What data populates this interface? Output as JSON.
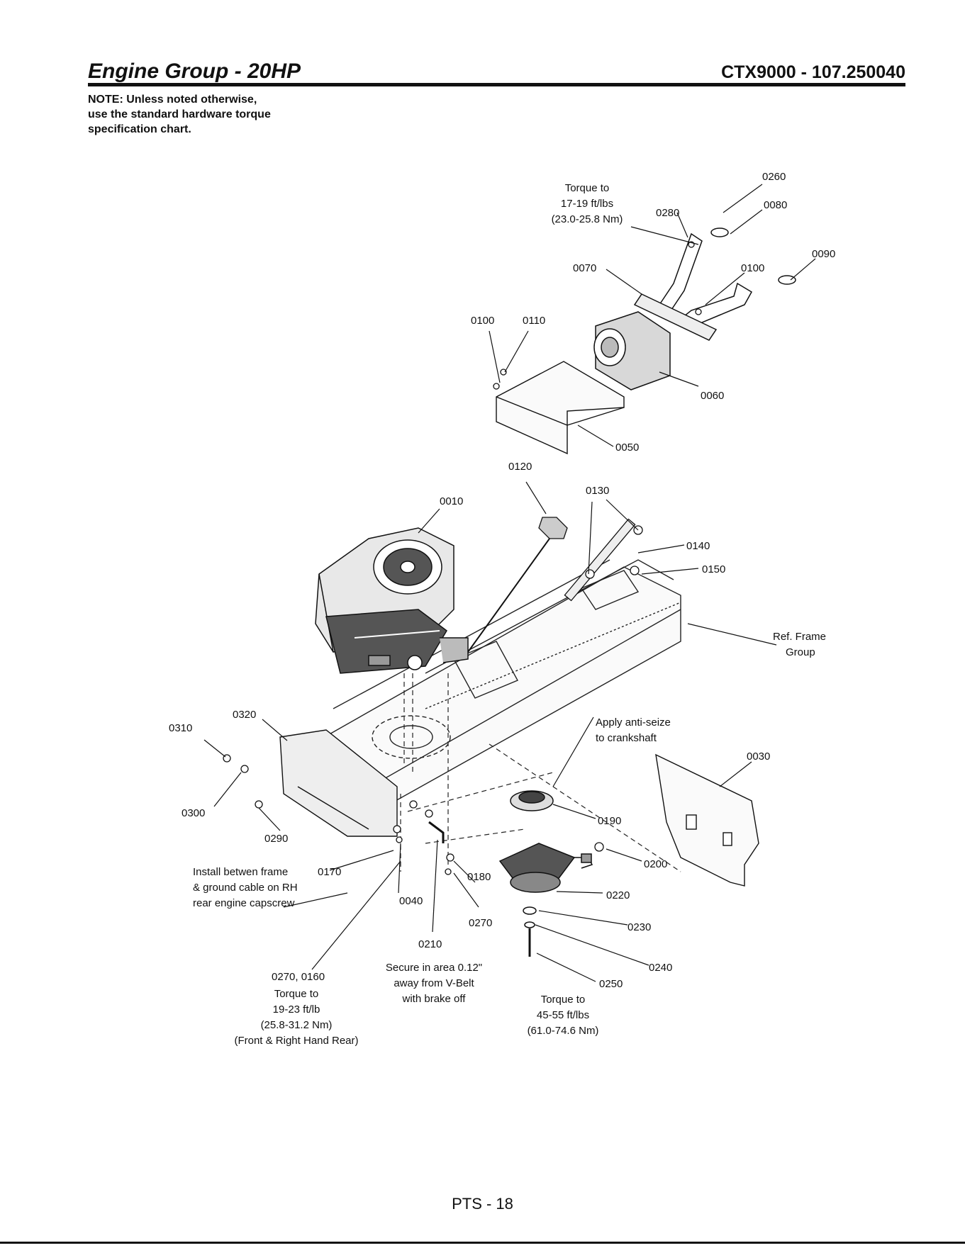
{
  "header": {
    "title": "Engine Group - 20HP",
    "model": "CTX9000 - 107.250040"
  },
  "note": {
    "lines": [
      "NOTE: Unless noted otherwise,",
      "use the standard hardware torque",
      "specification chart."
    ]
  },
  "parts": {
    "p0010": "0010",
    "p0030": "0030",
    "p0040": "0040",
    "p0050": "0050",
    "p0060": "0060",
    "p0070": "0070",
    "p0080": "0080",
    "p0090": "0090",
    "p0100a": "0100",
    "p0100b": "0100",
    "p0110": "0110",
    "p0120": "0120",
    "p0130": "0130",
    "p0140": "0140",
    "p0150": "0150",
    "p0170": "0170",
    "p0180": "0180",
    "p0190": "0190",
    "p0200": "0200",
    "p0210": "0210",
    "p0220": "0220",
    "p0230": "0230",
    "p0240": "0240",
    "p0250": "0250",
    "p0260": "0260",
    "p0270": "0270",
    "p0280": "0280",
    "p0290": "0290",
    "p0300": "0300",
    "p0310": "0310",
    "p0320": "0320",
    "p0270_0160": "0270, 0160"
  },
  "callouts": {
    "torque_exhaust": [
      "Torque to",
      "17-19 ft/lbs",
      "(23.0-25.8 Nm)"
    ],
    "ref_frame": [
      "Ref. Frame",
      "Group"
    ],
    "anti_seize": [
      "Apply anti-seize",
      "to crankshaft"
    ],
    "ground_cable": [
      "Install betwen frame",
      "& ground cable on RH",
      "rear engine capscrew"
    ],
    "torque_front": [
      "Torque to",
      "19-23 ft/lb",
      "(25.8-31.2 Nm)",
      "(Front & Right Hand Rear)"
    ],
    "secure_area": [
      "Secure in area 0.12\"",
      "away from V-Belt",
      "with brake off"
    ],
    "torque_clutch": [
      "Torque to",
      "45-55 ft/lbs",
      "(61.0-74.6 Nm)"
    ]
  },
  "footer": {
    "page": "PTS - 18"
  }
}
